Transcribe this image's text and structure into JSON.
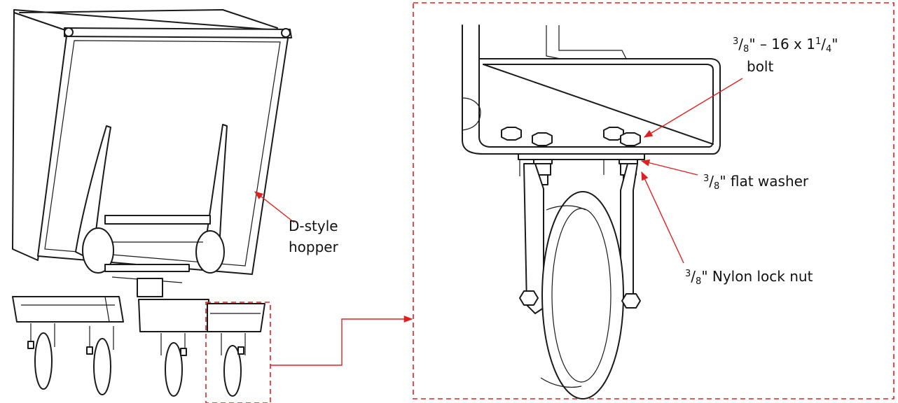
{
  "colors": {
    "accent": "#e02020",
    "ink": "#1a1a1a",
    "background": "#ffffff"
  },
  "callouts": {
    "hopper": {
      "line1": "D-style",
      "line2": "hopper"
    },
    "bolt": {
      "num1": "3",
      "slash1": "/",
      "den1": "8",
      "mid": "\" – 16 x 1",
      "num2": "1",
      "slash2": "/",
      "den2": "4",
      "end": "\"",
      "line2": "bolt"
    },
    "washer": {
      "num": "3",
      "slash": "/",
      "den": "8",
      "text": "\" flat washer"
    },
    "locknut": {
      "num": "3",
      "slash": "/",
      "den": "8",
      "text": "\" Nylon lock nut"
    }
  }
}
